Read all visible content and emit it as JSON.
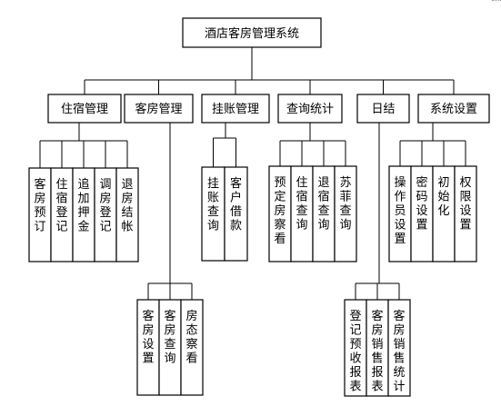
{
  "root": {
    "label": "酒店客房管理系统"
  },
  "modules": [
    {
      "label": "住宿管理",
      "children": [
        "客房预订",
        "住宿登记",
        "追加押金",
        "调房登记",
        "退房结帐"
      ]
    },
    {
      "label": "客房管理",
      "children": [
        "客房设置",
        "客房查询",
        "房态察看"
      ]
    },
    {
      "label": "挂账管理",
      "children": [
        "挂账查询",
        "客户借款"
      ]
    },
    {
      "label": "查询统计",
      "children": [
        "预定房察看",
        "住宿查询",
        "退宿查询",
        "苏菲查询"
      ]
    },
    {
      "label": "日结",
      "children": [
        "登记预收报表",
        "客房销售报表",
        "客房销售统计"
      ]
    },
    {
      "label": "系统设置",
      "children": [
        "操作员设置",
        "密码设置",
        "初始化",
        "权限设置"
      ]
    }
  ]
}
